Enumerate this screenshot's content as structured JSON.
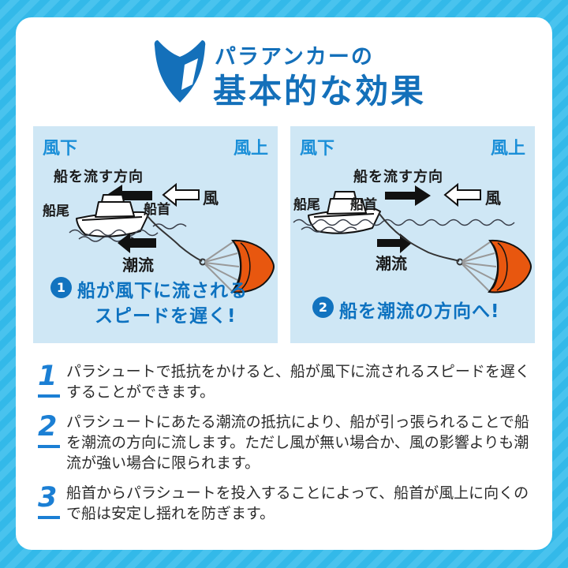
{
  "colors": {
    "background_stripe_base": "#33b9e9",
    "background_stripe_light": "#49c3ee",
    "card_background": "#ffffff",
    "panel_background": "#cfe7f5",
    "title_blue": "#1470ba",
    "wind_label_blue": "#1b8fd8",
    "caption_blue": "#0d72c0",
    "badge_blue": "#1273bf",
    "note_number_blue": "#1b7fd4",
    "parachute_orange": "#e8570f"
  },
  "header": {
    "icon": "beginner-mark-icon",
    "title_line1": "パラアンカーの",
    "title_line2": "基本的な効果"
  },
  "panels": [
    {
      "wind_down": "風下",
      "wind_up": "風上",
      "drift_direction": "船を流す方向",
      "wind": "風",
      "stern": "船尾",
      "bow": "船首",
      "tide": "潮流",
      "badge": "1",
      "caption_line1": "船が風下に流される",
      "caption_line2": "スピードを遅く!"
    },
    {
      "wind_down": "風下",
      "wind_up": "風上",
      "drift_direction": "船を流す方向",
      "wind": "風",
      "stern": "船尾",
      "bow": "船首",
      "tide": "潮流",
      "badge": "2",
      "caption_line1": "船を潮流の方向へ!",
      "caption_line2": ""
    }
  ],
  "notes": [
    {
      "num": "1",
      "text": "パラシュートで抵抗をかけると、船が風下に流されるスピードを遅くすることができます。"
    },
    {
      "num": "2",
      "text": "パラシュートにあたる潮流の抵抗により、船が引っ張られることで船を潮流の方向に流します。ただし風が無い場合か、風の影響よりも潮流が強い場合に限られます。"
    },
    {
      "num": "3",
      "text": "船首からパラシュートを投入することによって、船首が風上に向くので船は安定し揺れを防ぎます。"
    }
  ]
}
